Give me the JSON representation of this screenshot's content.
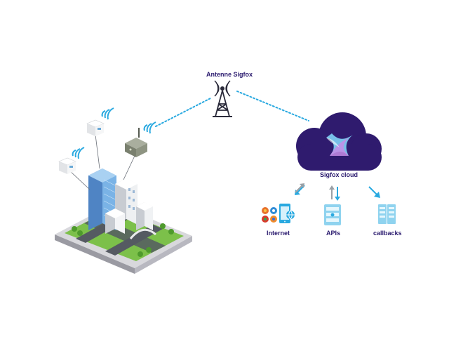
{
  "diagram": {
    "antenna_label": "Antenne Sigfox",
    "cloud_label": "Sigfox cloud",
    "outputs": [
      {
        "id": "internet",
        "label": "Internet"
      },
      {
        "id": "apis",
        "label": "APIs"
      },
      {
        "id": "callbacks",
        "label": "callbacks"
      }
    ],
    "colors": {
      "cloud": "#2f1b6e",
      "link": "#29a9e0",
      "arrow_gray": "#9aa0a6",
      "device_body": "#f2f2f2",
      "gateway": "#8a9080",
      "tower": "#2a2a3a",
      "server": "#8fd3ef",
      "phone": "#29a9e0"
    },
    "icons": {
      "tower": "radio-tower-icon",
      "cloud": "cloud-icon",
      "logo": "sigfox-logo-icon",
      "wifi": "wifi-signal-icon",
      "sensor": "sensor-device-icon",
      "gateway": "gateway-device-icon",
      "phone": "smartphone-icon",
      "server": "server-icon",
      "browser": "browser-icon"
    }
  }
}
